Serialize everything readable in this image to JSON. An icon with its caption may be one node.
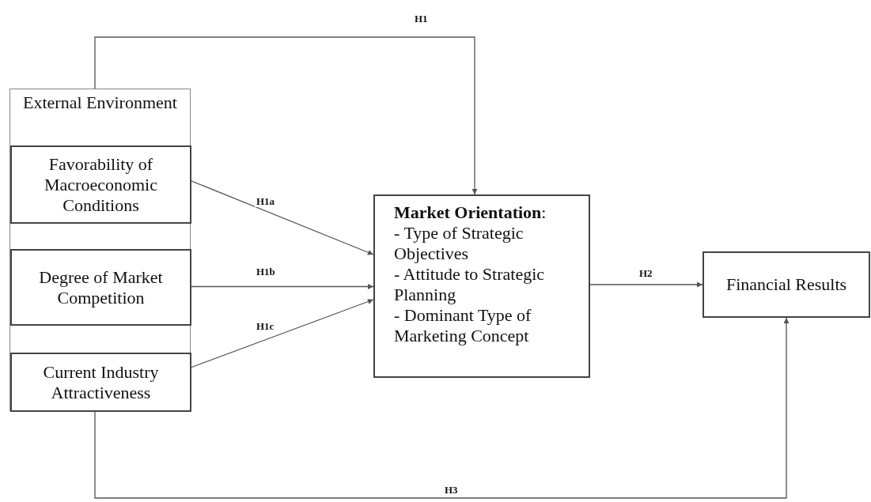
{
  "diagram": {
    "nodes": [
      {
        "text": [
          "External Environment"
        ]
      },
      {
        "text": [
          "Favorability of Macroeconomic Conditions"
        ],
        "in": 0
      },
      {
        "text": [
          "Degree of Market Competition"
        ],
        "in": 0
      },
      {
        "text": [
          "Current Industry Attractiveness"
        ],
        "in": 0
      },
      {
        "text": [
          "**Market Orientation**:",
          "- Type of Strategic Objectives",
          "- Attitude to Strategic Planning",
          "- Dominant Type of Marketing Concept"
        ]
      },
      {
        "text": [
          "Financial Results"
        ]
      }
    ],
    "edges": [
      {
        "from": 0,
        "to": 4,
        "arrow": "to",
        "label": "H1"
      },
      {
        "from": 1,
        "to": 4,
        "arrow": "to",
        "label": "H1a"
      },
      {
        "from": 2,
        "to": 4,
        "arrow": "to",
        "label": "H1b"
      },
      {
        "from": 3,
        "to": 4,
        "arrow": "to",
        "label": "H1c"
      },
      {
        "from": 4,
        "to": 5,
        "arrow": "to",
        "label": "H2"
      },
      {
        "from": 0,
        "to": 5,
        "arrow": "to",
        "label": "H3"
      }
    ]
  }
}
